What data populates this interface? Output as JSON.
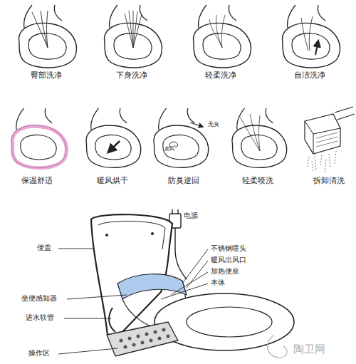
{
  "diagram": {
    "labels": [
      "臀部洗净",
      "下身洗净",
      "轻柔洗净",
      "自洁洗净",
      "臭风",
      "无臭",
      "保温舒适",
      "暖风烘干",
      "防臭逆回",
      "轻柔喷洗",
      "拆卸清洗",
      "电源",
      "便盖",
      "不锈钢喷头",
      "暖风出风口",
      "加热便座",
      "本体",
      "坐便感知器",
      "进水软管",
      "操作区",
      "陶卫网"
    ]
  }
}
